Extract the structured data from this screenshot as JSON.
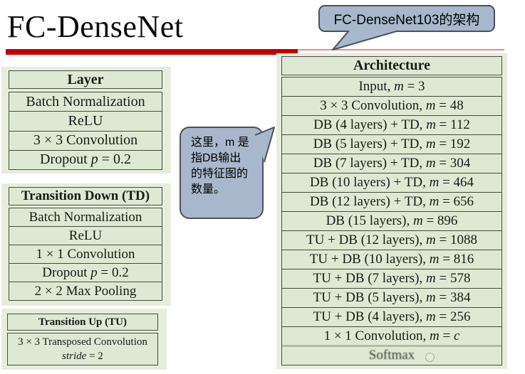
{
  "slide": {
    "title": "FC-DenseNet",
    "accent_bar_color": "#c00000",
    "accent_line_color": "#e98c8c"
  },
  "callouts": {
    "top_bubble": {
      "text": "FC-DenseNet103的架构",
      "fill": "#a8b7cb",
      "border": "#49525c"
    },
    "middle_bubble": {
      "text": "这里，m 是指DB输出的特征图的数量。",
      "fill": "#a8b7cb",
      "border": "#49525c"
    }
  },
  "tables": {
    "layer": {
      "header": "Layer",
      "rows": [
        {
          "pre": "Batch Normalization"
        },
        {
          "pre": "ReLU"
        },
        {
          "pre": "3 × 3 Convolution"
        },
        {
          "pre": "Dropout ",
          "var": "p",
          "post": " = 0.2"
        }
      ]
    },
    "transition_down": {
      "header": "Transition Down (TD)",
      "rows": [
        {
          "pre": "Batch Normalization"
        },
        {
          "pre": "ReLU"
        },
        {
          "pre": "1 × 1 Convolution"
        },
        {
          "pre": "Dropout ",
          "var": "p",
          "post": " = 0.2"
        },
        {
          "pre": "2 × 2 Max Pooling"
        }
      ]
    },
    "transition_up": {
      "header": "Transition Up (TU)",
      "line1": "3 × 3 Transposed Convolution",
      "line2": {
        "var": "stride",
        "post": " = 2"
      }
    },
    "architecture": {
      "header": "Architecture",
      "rows": [
        {
          "pre": "Input, ",
          "var": "m",
          "post": " = 3"
        },
        {
          "pre": "3 × 3 Convolution, ",
          "var": "m",
          "post": " = 48"
        },
        {
          "pre": "DB (4 layers) + TD, ",
          "var": "m",
          "post": " = 112"
        },
        {
          "pre": "DB (5 layers) + TD, ",
          "var": "m",
          "post": " = 192"
        },
        {
          "pre": "DB (7 layers) + TD, ",
          "var": "m",
          "post": " = 304"
        },
        {
          "pre": "DB (10 layers) + TD, ",
          "var": "m",
          "post": " = 464"
        },
        {
          "pre": "DB (12 layers) + TD, ",
          "var": "m",
          "post": " = 656"
        },
        {
          "pre": "DB (15 layers), ",
          "var": "m",
          "post": " = 896"
        },
        {
          "pre": "TU + DB (12 layers), ",
          "var": "m",
          "post": " = 1088"
        },
        {
          "pre": "TU + DB (10 layers), ",
          "var": "m",
          "post": " = 816"
        },
        {
          "pre": "TU + DB (7 layers), ",
          "var": "m",
          "post": " = 578"
        },
        {
          "pre": "TU + DB (5 layers), ",
          "var": "m",
          "post": " = 384"
        },
        {
          "pre": "TU + DB (4 layers), ",
          "var": "m",
          "post": " = 256"
        },
        {
          "pre": "1 × 1 Convolution, ",
          "var": "m",
          "post": " = ",
          "var2": "c"
        },
        {
          "pre": "Softmax"
        }
      ]
    }
  },
  "colors": {
    "table_cell": "#dde9d3",
    "table_panel": "#e6eedb",
    "table_border": "#4a4a42",
    "text": "#1a1a1a"
  }
}
